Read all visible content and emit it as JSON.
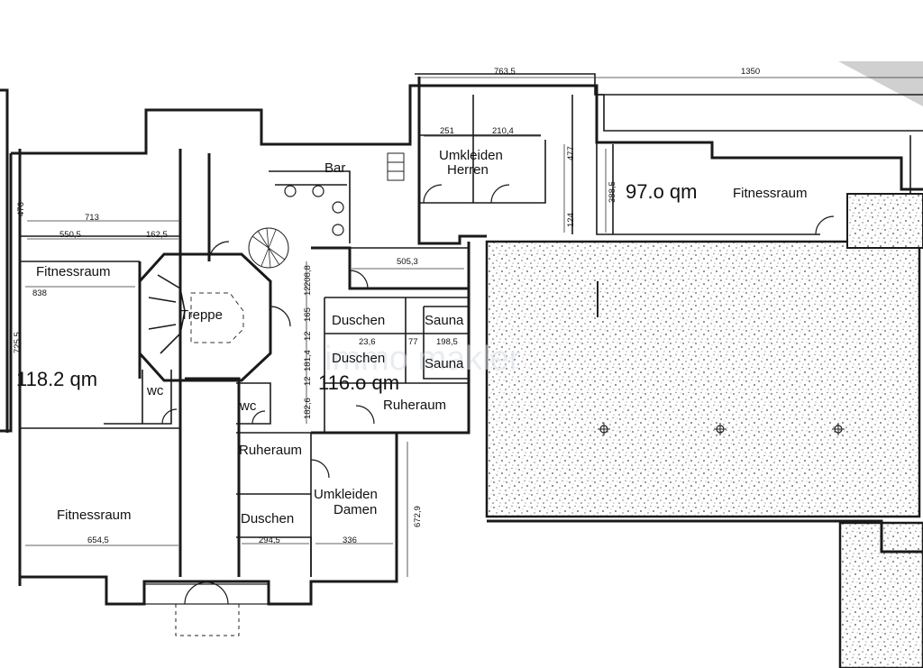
{
  "rooms": {
    "fitness_left_top": "Fitnessraum",
    "fitness_left_bottom": "Fitnessraum",
    "fitness_right": "Fitnessraum",
    "treppe": "Treppe",
    "bar": "Bar",
    "umkleiden_herren": [
      "Umkleiden",
      "Herren"
    ],
    "umkleiden_damen": [
      "Umkleiden",
      "Damen"
    ],
    "duschen_1": "Duschen",
    "duschen_2": "Duschen",
    "duschen_3": "Duschen",
    "sauna_1": "Sauna",
    "sauna_2": "Sauna",
    "ruheraum_1": "Ruheraum",
    "ruheraum_2": "Ruheraum",
    "wc_1": "wc",
    "wc_2": "wc"
  },
  "areas": {
    "left": "118.2 qm",
    "center": "116.o qm",
    "right": "97.o qm"
  },
  "dimensions": {
    "d763": "763,5",
    "d1350": "1350",
    "d251": "251",
    "d210": "210,4",
    "d477": "477",
    "d388": "388,5",
    "d124": "124",
    "d476": "476",
    "d713": "713",
    "d550": "550,5",
    "d162": "162,5",
    "d838": "838",
    "d725": "725,5",
    "d505": "505,3",
    "d208": "208,8",
    "d165": "165",
    "d12a": "12",
    "d12b": "12",
    "d12c": "12",
    "d181": "181,4",
    "d182": "182,6",
    "d236": "23,6",
    "d77": "77",
    "d198": "198,5",
    "d654": "654,5",
    "d294": "294,5",
    "d336": "336",
    "d672": "672,9"
  },
  "watermark": "immo makler",
  "colors": {
    "wall": "#1a1a1a",
    "gravel": "#cfcfcf",
    "paper": "#ffffff"
  }
}
